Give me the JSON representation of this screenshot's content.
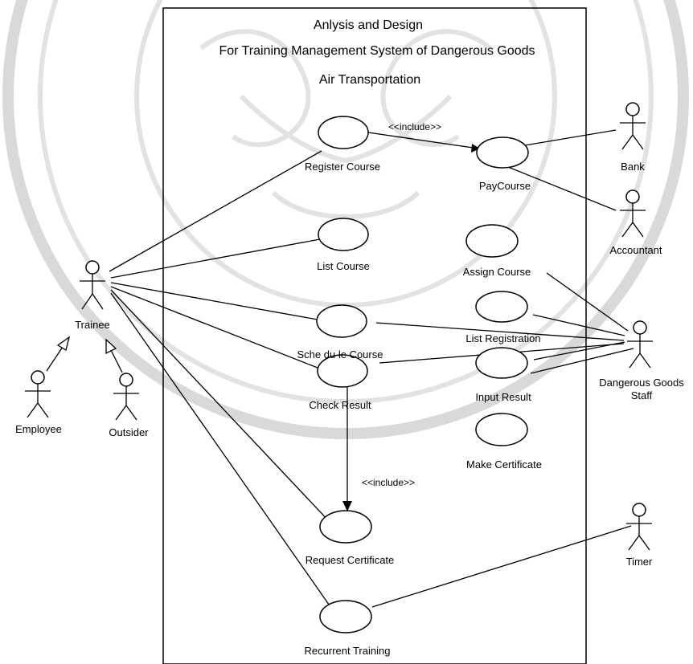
{
  "title": {
    "line1": "Anlysis and Design",
    "line2": "For Training Management System of Dangerous Goods",
    "line3": "Air Transportation"
  },
  "actors": {
    "trainee": "Trainee",
    "employee": "Employee",
    "outsider": "Outsider",
    "bank": "Bank",
    "accountant": "Accountant",
    "staff_line1": "Dangerous Goods",
    "staff_line2": "Staff",
    "timer": "Timer"
  },
  "use_cases": {
    "register_course": "Register Course",
    "pay_course": "PayCourse",
    "list_course": "List Course",
    "assign_course": "Assign Course",
    "schedule_course": "Sche du le Course",
    "list_registration": "List Registration",
    "input_result": "Input Result",
    "check_result": "Check Result",
    "make_certificate": "Make Certificate",
    "request_certificate": "Request Certificate",
    "recurrent_training": "Recurrent Training"
  },
  "relations": {
    "include_1": "<<include>>",
    "include_2": "<<include>>"
  }
}
